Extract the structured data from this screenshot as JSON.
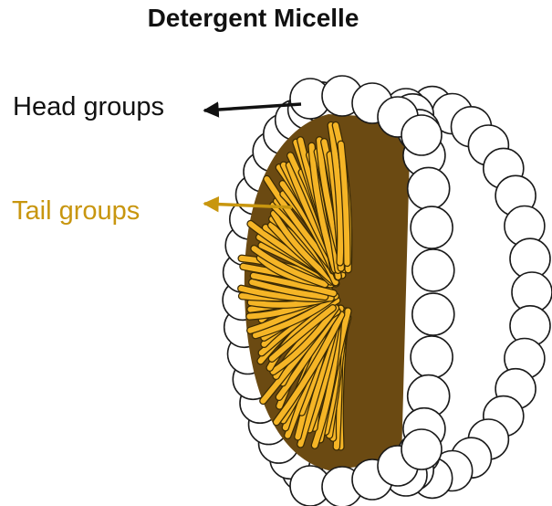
{
  "title": "Detergent Micelle",
  "labels": {
    "head": {
      "text": "Head groups",
      "color": "#111111"
    },
    "tail": {
      "text": "Tail groups",
      "color": "#C8960F"
    }
  },
  "colors": {
    "head_fill": "#ffffff",
    "head_stroke": "#1a1a1a",
    "tail_fill": "#F5B526",
    "tail_stroke": "#3a2a05",
    "core_fill": "#6b4a12"
  }
}
